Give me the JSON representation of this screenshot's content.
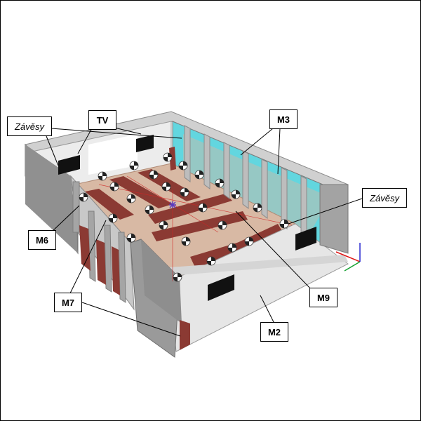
{
  "labels": {
    "zavesy_left": "Závěsy",
    "tv": "TV",
    "m3": "M3",
    "zavesy_right": "Závěsy",
    "m6": "M6",
    "m7": "M7",
    "m9": "M9",
    "m2": "M2"
  },
  "colors": {
    "floor": "#d8b9a4",
    "carpet": "#8b3a33",
    "wall_dark": "#8a8a8a",
    "wall_light": "#e6e6e6",
    "glass": "#62d6df",
    "tv": "#111111",
    "axis_x": "#e01515",
    "axis_y": "#17a233",
    "axis_z": "#2a2ad0"
  },
  "icons": {
    "speaker": "speaker-ball-icon",
    "listener": "listener-star-icon"
  }
}
